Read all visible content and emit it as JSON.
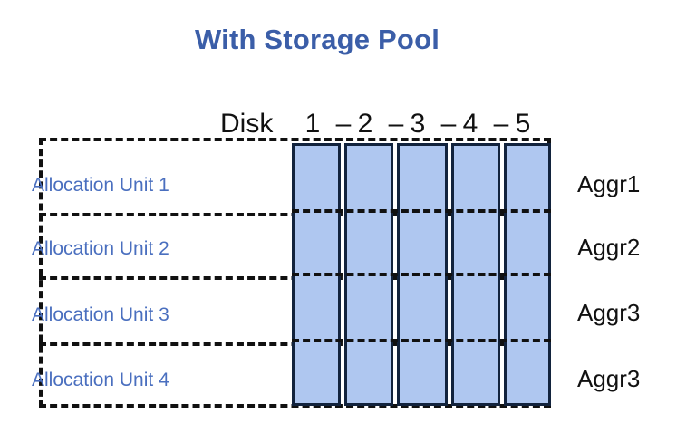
{
  "title": "With Storage Pool",
  "colors": {
    "title_blue": "#3B5EA8",
    "label_blue": "#4A6FBF",
    "disk_fill": "#AFC7F0",
    "disk_stroke": "#12233D",
    "dash_black": "#111111",
    "background": "#FFFFFF"
  },
  "disk_header": {
    "label": "Disk",
    "numbers": [
      "1",
      "2",
      "3",
      "4",
      "5"
    ],
    "separator": "–"
  },
  "allocation_units": [
    {
      "label": "Allocation Unit 1",
      "aggregate": "Aggr1"
    },
    {
      "label": "Allocation Unit 2",
      "aggregate": "Aggr2"
    },
    {
      "label": "Allocation Unit 3",
      "aggregate": "Aggr3"
    },
    {
      "label": "Allocation Unit 4",
      "aggregate": "Aggr3"
    }
  ],
  "aggregates": [
    "Aggr1",
    "Aggr2",
    "Aggr3",
    "Aggr3"
  ]
}
